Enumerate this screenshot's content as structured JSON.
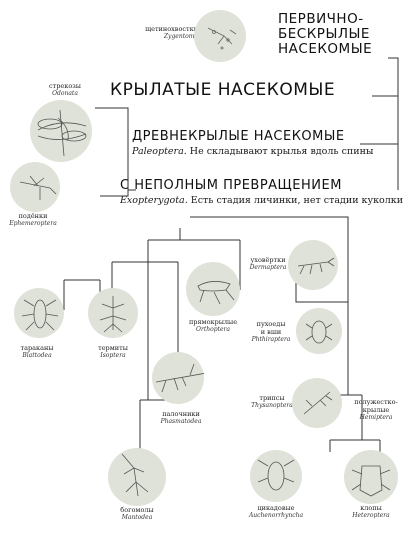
{
  "headings": {
    "primitive": [
      "ПЕРВИЧНО-",
      "БЕСКРЫЛЫЕ",
      "НАСЕКОМЫЕ"
    ],
    "winged": "КРЫЛАТЫЕ НАСЕКОМЫЕ",
    "paleoptera_title": "ДРЕВНЕКРЫЛЫЕ НАСЕКОМЫЕ",
    "paleoptera_latin": "Paleoptera.",
    "paleoptera_note": "Не складывают крылья вдоль спины",
    "incomplete_title": "С НЕПОЛНЫМ ПРЕВРАЩЕНИЕМ",
    "incomplete_latin": "Exopterygota.",
    "incomplete_note": "Есть стадия личинки, нет стадии куколки"
  },
  "taxa": [
    {
      "id": "zygentoma",
      "name": "щетинохвостки",
      "latin": "Zygentoma",
      "icon": "silverfish-icon"
    },
    {
      "id": "odonata",
      "name": "стрекозы",
      "latin": "Odonata",
      "icon": "dragonfly-icon"
    },
    {
      "id": "ephemeroptera",
      "name": "подёнки",
      "latin": "Ephemeroptera",
      "icon": "mayfly-icon"
    },
    {
      "id": "blattodea",
      "name": "тараканы",
      "latin": "Blattodea",
      "icon": "cockroach-icon"
    },
    {
      "id": "isoptera",
      "name": "термиты",
      "latin": "Isoptera",
      "icon": "termite-icon"
    },
    {
      "id": "orthoptera",
      "name": "прямокрылые",
      "latin": "Orthoptera",
      "icon": "grasshopper-icon"
    },
    {
      "id": "dermaptera",
      "name": "уховёртки",
      "latin": "Dermaptera",
      "icon": "earwig-icon"
    },
    {
      "id": "phthiraptera",
      "name": [
        "пухоеды",
        "и вши"
      ],
      "latin": "Phthiraptera",
      "icon": "louse-icon"
    },
    {
      "id": "phasmatodea",
      "name": "палочники",
      "latin": "Phasmatodea",
      "icon": "stick-insect-icon"
    },
    {
      "id": "thysanoptera",
      "name": "трипсы",
      "latin": "Thysanoptera",
      "icon": "thrips-icon"
    },
    {
      "id": "hemiptera",
      "name": [
        "полужестко-",
        "крылые"
      ],
      "latin": "Hemiptera",
      "icon": "bug-icon"
    },
    {
      "id": "mantodea",
      "name": "богомолы",
      "latin": "Mantodea",
      "icon": "mantis-icon"
    },
    {
      "id": "auchenorrhyncha",
      "name": "цикадовые",
      "latin": "Auchenorrhyncha",
      "icon": "cicada-icon"
    },
    {
      "id": "heteroptera",
      "name": "клопы",
      "latin": "Heteroptera",
      "icon": "shield-bug-icon"
    }
  ],
  "colors": {
    "circle_fill": "#dfe2d8",
    "line": "#333333",
    "sketch": "#555555"
  }
}
